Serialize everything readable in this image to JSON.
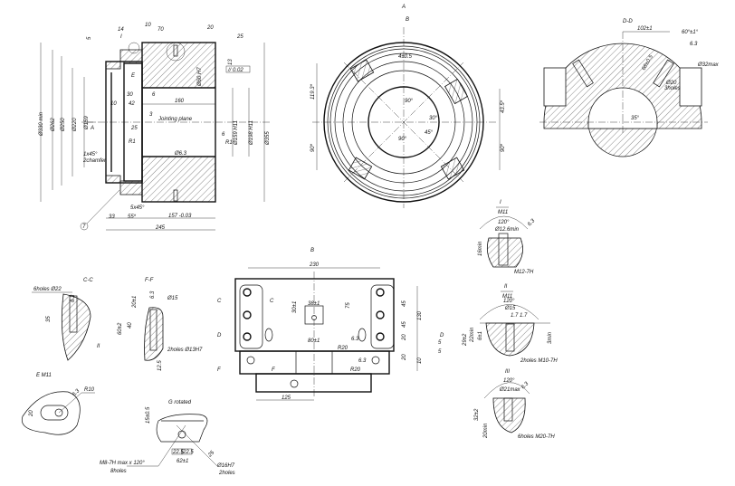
{
  "section_view": {
    "dims": [
      "10",
      "14",
      "70",
      "20",
      "5",
      "13",
      "25",
      "30",
      "6",
      "10",
      "42",
      "160",
      "R1",
      "R1",
      "6",
      "33",
      "55*",
      "157 -0.03",
      "245",
      "5x45°",
      "1x45°",
      "2chamfer",
      "I",
      "E",
      "3",
      "A"
    ],
    "diameters": [
      "Ø330 min",
      "Ø262",
      "Ø250",
      "Ø220",
      "Ø159",
      "Ø159 H11",
      "Ø198 H11",
      "Ø355",
      "Ø60 H7"
    ],
    "tolerance_frame": "// 0.02",
    "jointing_plane": "Jointing plane",
    "roughness": [
      "25",
      "25",
      "25",
      "Ø6.3"
    ],
    "callout": "7"
  },
  "round_view": {
    "labels": [
      "A",
      "B",
      "4±0.5",
      "119.3*",
      "90*",
      "43.5*",
      "90*",
      "90°",
      "30°",
      "45°",
      "90°"
    ]
  },
  "section_dd": {
    "title": "D-D",
    "labels": [
      "102±1",
      "60°±1°",
      "Ø32max",
      "Ø20",
      "3holes",
      "68±0.5",
      "35°",
      "6.3"
    ]
  },
  "view_b": {
    "title": "B",
    "labels": [
      "230",
      "30±1",
      "38±1",
      "75",
      "45",
      "45",
      "20",
      "130",
      "80±1",
      "R20",
      "R20",
      "20",
      "10",
      "5",
      "5",
      "125",
      "C",
      "C",
      "D",
      "D",
      "F",
      "F",
      "6.3",
      "6.3"
    ]
  },
  "section_cc": {
    "title": "C-C",
    "labels": [
      "6holes Ø22",
      "35",
      "II",
      "6.3"
    ]
  },
  "section_ff": {
    "title": "F-F",
    "labels": [
      "20±1",
      "Ø15",
      "40",
      "60±2",
      "2holes Ø13H7",
      "12.5",
      "6.3"
    ]
  },
  "detail_e": {
    "title": "E M11",
    "labels": [
      "R10",
      "20",
      "6.3"
    ]
  },
  "detail_g": {
    "title": "G rotated",
    "labels": [
      "15±0.5",
      "22.5",
      "22.5",
      "62±1",
      "M8-7H max x 120°",
      "8holes",
      "Ø16H7",
      "2holes",
      "25"
    ]
  },
  "detail_i": {
    "title": "I",
    "scale": "M11",
    "labels": [
      "120°",
      "Ø12.6min",
      "16min",
      "M12-7H",
      "6.3"
    ]
  },
  "detail_ii": {
    "title": "II",
    "scale": "M11",
    "labels": [
      "120°",
      "Ø15",
      "29±2",
      "22min",
      "6±1",
      "3min",
      "2holes M10-7H",
      "1.7",
      "1.7"
    ]
  },
  "detail_iii": {
    "title": "III",
    "labels": [
      "120°",
      "Ø21max",
      "32±2",
      "20min",
      "6holes M20-7H",
      "6.3"
    ]
  }
}
